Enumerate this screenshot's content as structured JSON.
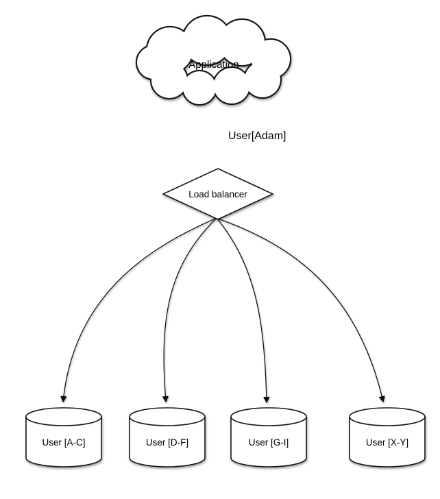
{
  "diagram": {
    "application_node": {
      "label": "Application",
      "shape": "cloud"
    },
    "request_edge": {
      "label": "User[Adam]"
    },
    "load_balancer_node": {
      "label": "Load balancer",
      "shape": "diamond"
    },
    "database_nodes": [
      {
        "label": "User [A-C]",
        "shape": "cylinder"
      },
      {
        "label": "User [D-F]",
        "shape": "cylinder"
      },
      {
        "label": "User [G-I]",
        "shape": "cylinder"
      },
      {
        "label": "User [X-Y]",
        "shape": "cylinder"
      }
    ],
    "colors": {
      "stroke": "#161616",
      "fill": "#ffffff",
      "background": "#ffffff",
      "text": "#000000"
    }
  }
}
